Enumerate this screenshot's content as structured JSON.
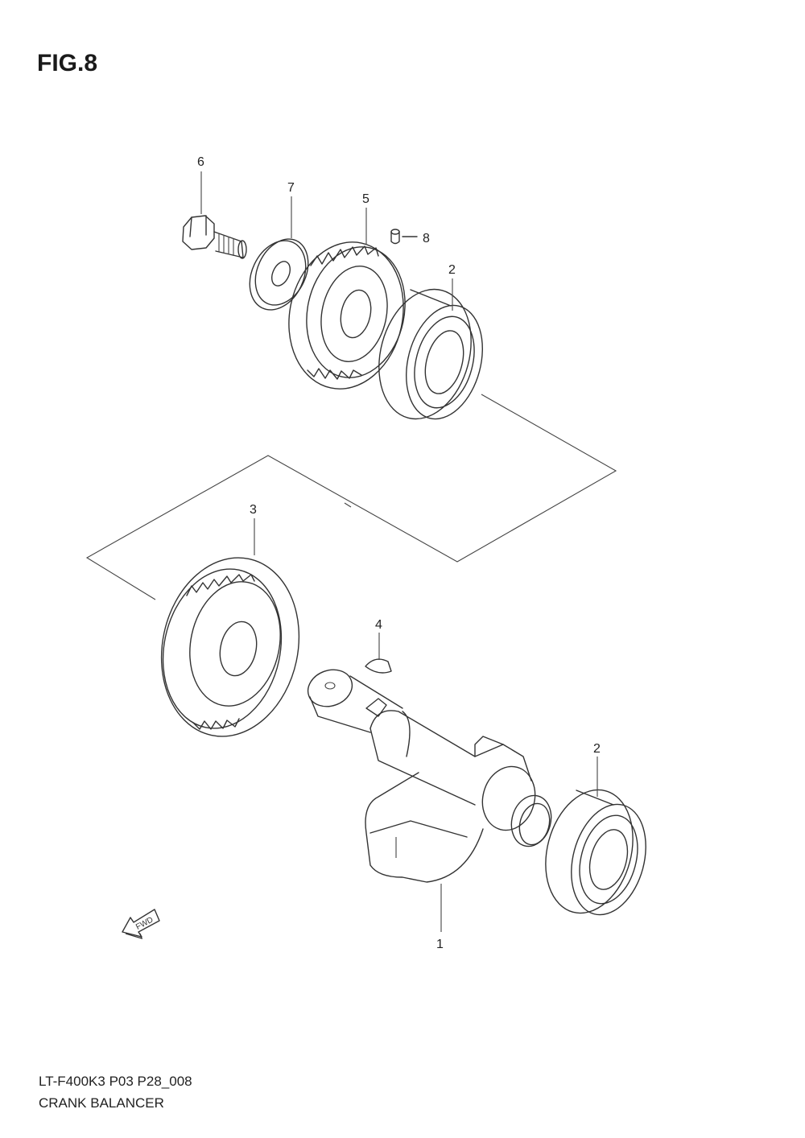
{
  "figure": {
    "title": "FIG.8"
  },
  "footer": {
    "model_code": "LT-F400K3  P03  P28_008",
    "section_name": "CRANK BALANCER"
  },
  "callouts": [
    {
      "ref": "6"
    },
    {
      "ref": "7"
    },
    {
      "ref": "5"
    },
    {
      "ref": "8"
    },
    {
      "ref": "2"
    },
    {
      "ref": "3"
    },
    {
      "ref": "4"
    },
    {
      "ref": "2"
    },
    {
      "ref": "1"
    }
  ],
  "direction_badge": {
    "label": "FWD",
    "icon": "fwd-arrow-icon"
  }
}
